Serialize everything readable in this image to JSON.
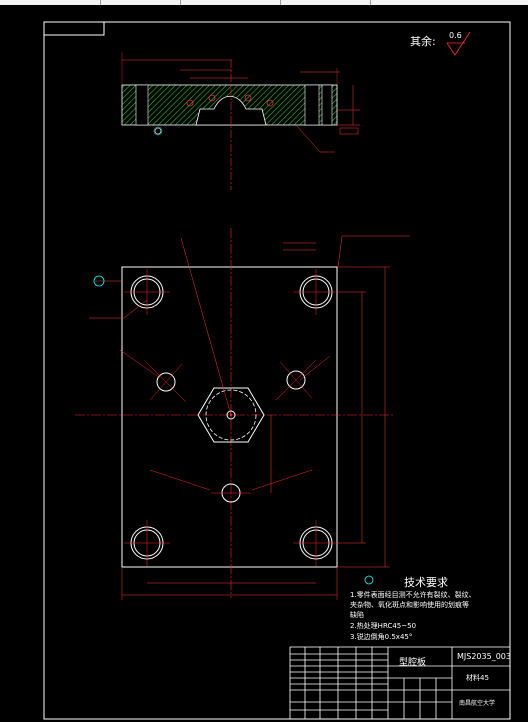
{
  "window": {
    "tabs": [
      "",
      "",
      "",
      ""
    ]
  },
  "surface_finish": {
    "label": "其余:",
    "value": "0.6"
  },
  "tech_requirements": {
    "title": "技术要求",
    "items": [
      "1.零件表面经目测不允许有裂纹、裂纹、",
      "夹杂物、氧化斑点和影响使用的划痕等",
      "缺陷",
      "2.热处理HRC45~50",
      "3.锐边倒角0.5x45°"
    ]
  },
  "title_block": {
    "part_name": "型腔板",
    "drawing_no": "MJS2035_003",
    "material": "材料45",
    "school": "南昌航空大学"
  },
  "colors": {
    "background": "#000000",
    "lines": "#ffffff",
    "center": "#ff2020",
    "dimension": "#ff3030",
    "hatch": "#22c422",
    "leader": "#00ffff"
  }
}
